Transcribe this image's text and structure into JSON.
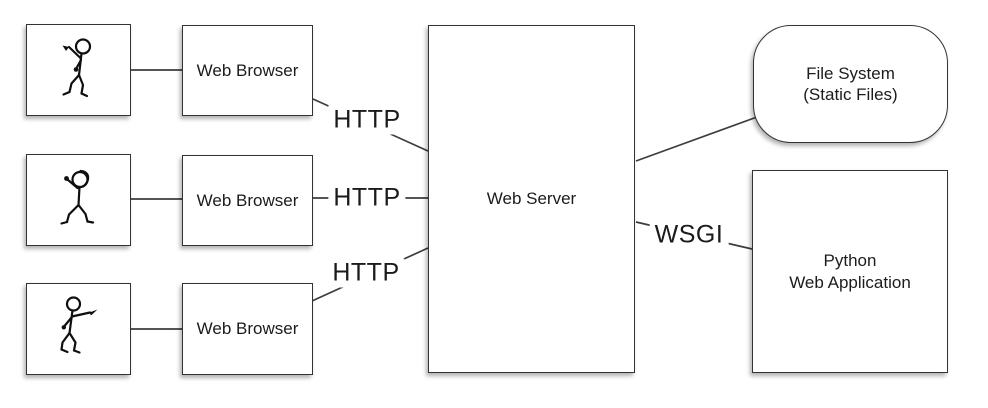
{
  "colors": {
    "background": "#ffffff",
    "box_border": "#333333",
    "connector_line": "#3d3d3d",
    "text": "#1c1c1c"
  },
  "nodes": {
    "users": [
      {
        "icon": "stick-figure-waving-icon"
      },
      {
        "icon": "stick-figure-arm-over-head-icon"
      },
      {
        "icon": "stick-figure-pointing-icon"
      }
    ],
    "browsers": [
      {
        "label": "Web Browser"
      },
      {
        "label": "Web Browser"
      },
      {
        "label": "Web Browser"
      }
    ],
    "web_server": {
      "label": "Web Server"
    },
    "file_system": {
      "label_line1": "File System",
      "label_line2": "(Static Files)"
    },
    "python_app": {
      "label_line1": "Python",
      "label_line2": "Web Application"
    }
  },
  "edges": {
    "http_labels": [
      "HTTP",
      "HTTP",
      "HTTP"
    ],
    "wsgi_label": "WSGI"
  }
}
